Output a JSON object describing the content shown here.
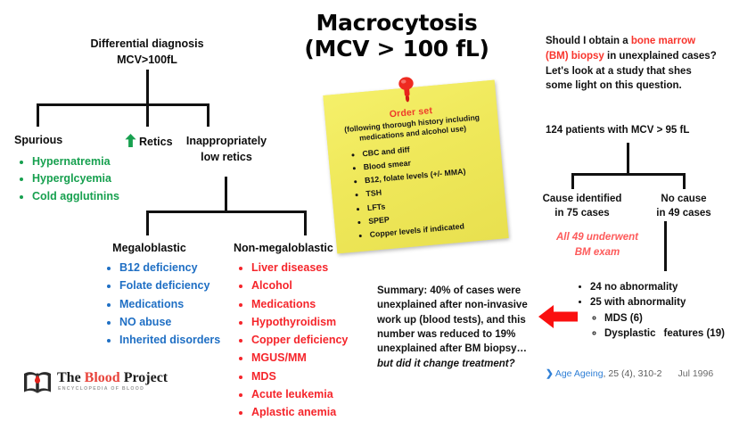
{
  "title": {
    "line1": "Macrocytosis",
    "line2": "(MCV > 100 fL)"
  },
  "left_tree": {
    "heading_line1": "Differential diagnosis",
    "heading_line2": "MCV>100fL",
    "branch_spurious": "Spurious",
    "branch_retics": "Retics",
    "retics_arrow_icon": "up-arrow-icon",
    "retics_arrow_color": "#17a04f",
    "branch_inappropriate_line1": "Inappropriately",
    "branch_inappropriate_line2": "low retics",
    "spurious_items": [
      "Hypernatremia",
      "Hyperglcyemia",
      "Cold agglutinins"
    ],
    "spurious_color": "#17a04f",
    "megaloblastic_heading": "Megaloblastic",
    "megaloblastic_items": [
      "B12 deficiency",
      "Folate deficiency",
      "Medications",
      "NO abuse",
      "Inherited disorders"
    ],
    "megaloblastic_color": "#1f6fc4",
    "nonmegaloblastic_heading": "Non-megaloblastic",
    "nonmegaloblastic_items": [
      "Liver diseases",
      "Alcohol",
      "Medications",
      "Hypothyroidism",
      "Copper deficiency",
      "MGUS/MM",
      "MDS",
      "Acute leukemia",
      "Aplastic anemia"
    ],
    "nonmegaloblastic_color": "#f5252b"
  },
  "sticky_note": {
    "pin_icon": "push-pin-icon",
    "pin_color": "#e8231c",
    "note_color": "#f2ee5e",
    "title": "Order set",
    "title_color": "#ef3a2a",
    "subtitle": "(following thorough history including medications and alcohol use)",
    "items": [
      "CBC and diff",
      "Blood smear",
      "B12, folate levels (+/- MMA)",
      "TSH",
      "LFTs",
      "SPEP",
      "Copper levels if indicated"
    ]
  },
  "summary": {
    "text": "Summary: 40% of cases were unexplained after non-invasive work up (blood tests), and this number was reduced to 19% unexplained after BM biopsy… ",
    "italic_tail": "but did it change treatment?"
  },
  "right_column": {
    "question_part1": "Should I obtain a ",
    "question_highlight": "bone marrow (BM) biopsy",
    "question_part2": " in unexplained cases? Let's look at a study that shes some light on this question.",
    "highlight_color": "#f8342c",
    "cohort": "124 patients with MCV > 95 fL",
    "cause_identified_line1": "Cause identified",
    "cause_identified_line2": "in 75 cases",
    "no_cause_line1": "No cause",
    "no_cause_line2": "in 49 cases",
    "bm_exam_line1": "All 49 underwent",
    "bm_exam_line2": "BM exam",
    "bm_exam_color": "#fd5a5a",
    "arrow_icon": "left-arrow-icon",
    "arrow_color": "#fa0f0f",
    "findings": [
      "24 no abnormality",
      "25 with abnormality"
    ],
    "sub_findings_a": "MDS (6)",
    "sub_findings_b_part1": "Dysplastic",
    "sub_findings_b_part2": "features (19)"
  },
  "citation": {
    "chevron_icon": "chevron-right-icon",
    "journal": "Age Ageing",
    "details": ", 25 (4), 310-2",
    "date": "Jul 1996",
    "link_color": "#2f7fd6"
  },
  "logo": {
    "book_icon": "open-book-icon",
    "word_the": "The ",
    "word_blood": "Blood",
    "word_project": " Project",
    "tagline": "ENCYCLOPEDIA OF BLOOD",
    "accent_color": "#e8443c"
  }
}
